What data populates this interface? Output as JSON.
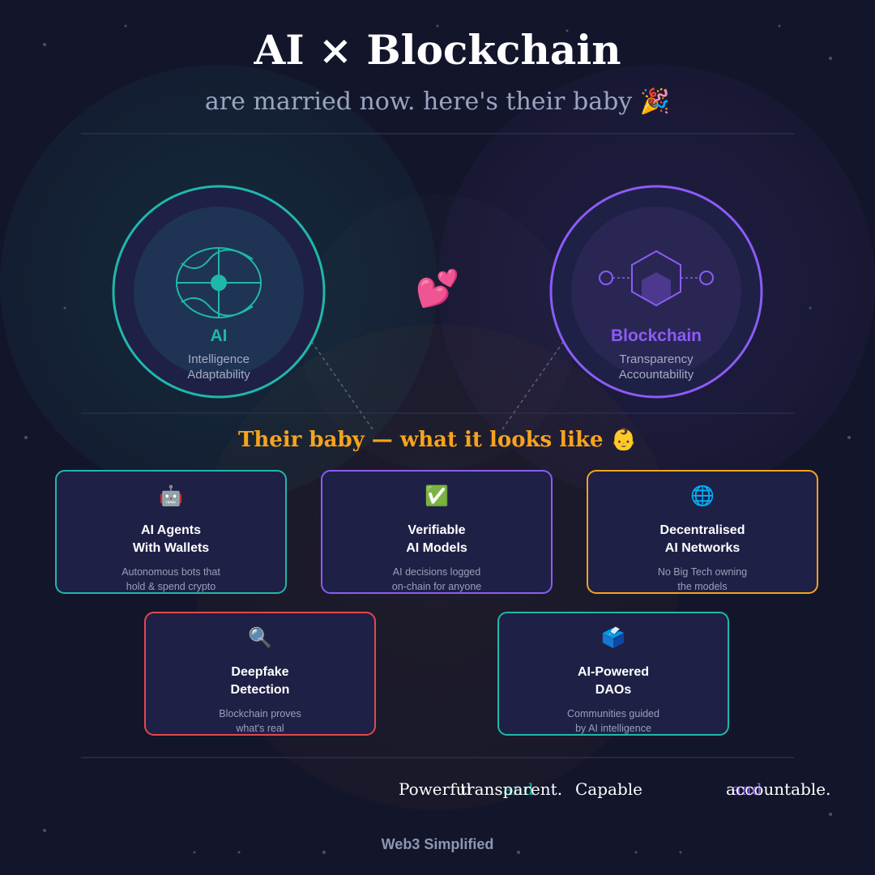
{
  "header": {
    "title": "AI × Blockchain",
    "subtitle": "are married now. here's their baby 🎉"
  },
  "colors": {
    "background": "#13152b",
    "ai": "#1fb8a8",
    "blockchain": "#8b5cf6",
    "accent": "#f6a31e",
    "red": "#e2484d"
  },
  "left_node": {
    "icon": "brain-icon",
    "title": "AI",
    "traits": [
      "Intelligence",
      "Adaptability"
    ]
  },
  "right_node": {
    "icon": "blockchain-hexagon-icon",
    "title": "Blockchain",
    "traits": [
      "Transparency",
      "Accountability"
    ]
  },
  "union_icon": "heart-icon",
  "union_glyph": "💕",
  "section_title": "Their baby — what it looks like 👶",
  "cards": [
    {
      "icon": "robot-icon",
      "glyph": "🤖",
      "title": "AI Agents\nWith Wallets",
      "desc": "Autonomous bots that\nhold & spend crypto",
      "color": "#1fb8a8"
    },
    {
      "icon": "check-icon",
      "glyph": "✅",
      "title": "Verifiable\nAI Models",
      "desc": "AI decisions logged\non-chain for anyone",
      "color": "#8b5cf6"
    },
    {
      "icon": "globe-icon",
      "glyph": "🌐",
      "title": "Decentralised\nAI Networks",
      "desc": "No Big Tech owning\nthe models",
      "color": "#f6a31e"
    },
    {
      "icon": "detective-icon",
      "glyph": "🔍",
      "title": "Deepfake\nDetection",
      "desc": "Blockchain proves\nwhat's real",
      "color": "#e2484d"
    },
    {
      "icon": "ballot-icon",
      "glyph": "🗳️",
      "title": "AI-Powered\nDAOs",
      "desc": "Communities guided\nby AI intelligence",
      "color": "#1fb8a8"
    }
  ],
  "tagline": {
    "part1": "Powerful",
    "and1": "and",
    "part2": "transparent.",
    "part3": "Capable",
    "and2": "and",
    "part4": "accountable."
  },
  "footer": "Web3 Simplified"
}
